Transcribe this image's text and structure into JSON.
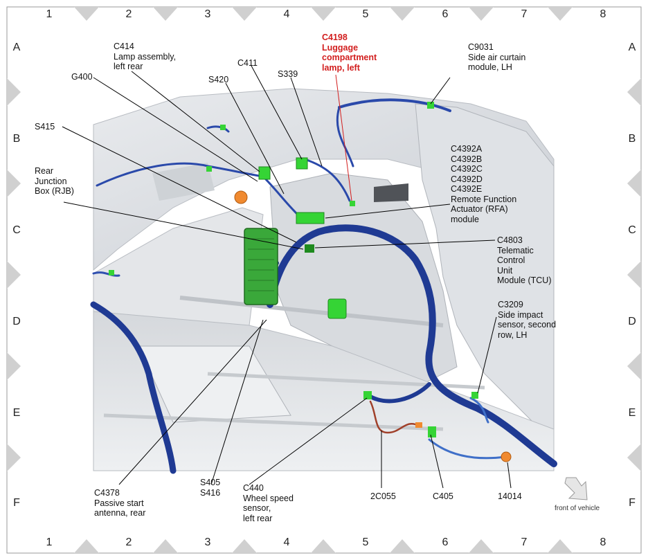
{
  "grid": {
    "columns": [
      "1",
      "2",
      "3",
      "4",
      "5",
      "6",
      "7",
      "8"
    ],
    "rows": [
      "A",
      "B",
      "C",
      "D",
      "E",
      "F"
    ]
  },
  "callouts": {
    "c414": [
      "C414",
      "Lamp assembly,",
      "left rear"
    ],
    "c411": [
      "C411"
    ],
    "s420": [
      "S420"
    ],
    "s339": [
      "S339"
    ],
    "c4198": [
      "C4198",
      "Luggage",
      "compartment",
      "lamp, left"
    ],
    "c9031": [
      "C9031",
      "Side air curtain",
      "module, LH"
    ],
    "g400": [
      "G400"
    ],
    "s415": [
      "S415"
    ],
    "rjb": [
      "Rear",
      "Junction",
      "Box (RJB)"
    ],
    "rfa": [
      "C4392A",
      "C4392B",
      "C4392C",
      "C4392D",
      "C4392E",
      "Remote Function",
      "Actuator (RFA)",
      "module"
    ],
    "c4803": [
      "C4803",
      "Telematic",
      "Control",
      "Unit",
      "Module (TCU)"
    ],
    "c3209": [
      "C3209",
      "Side impact",
      "sensor, second",
      "row, LH"
    ],
    "c4378": [
      "C4378",
      "Passive start",
      "antenna, rear"
    ],
    "s405": [
      "S405",
      "S416"
    ],
    "c440": [
      "C440",
      "Wheel speed",
      "sensor,",
      "left rear"
    ],
    "c2c055": [
      "2C055"
    ],
    "c405": [
      "C405"
    ],
    "c14014": [
      "14014"
    ]
  },
  "front_label": "front of vehicle",
  "colors": {
    "harness": "#1f3a93",
    "connector": "#35d435",
    "rjb": "#3aa83a",
    "highlight_label": "#d21e1e",
    "orange_part": "#f08a30",
    "red_wire": "#a0402a"
  }
}
